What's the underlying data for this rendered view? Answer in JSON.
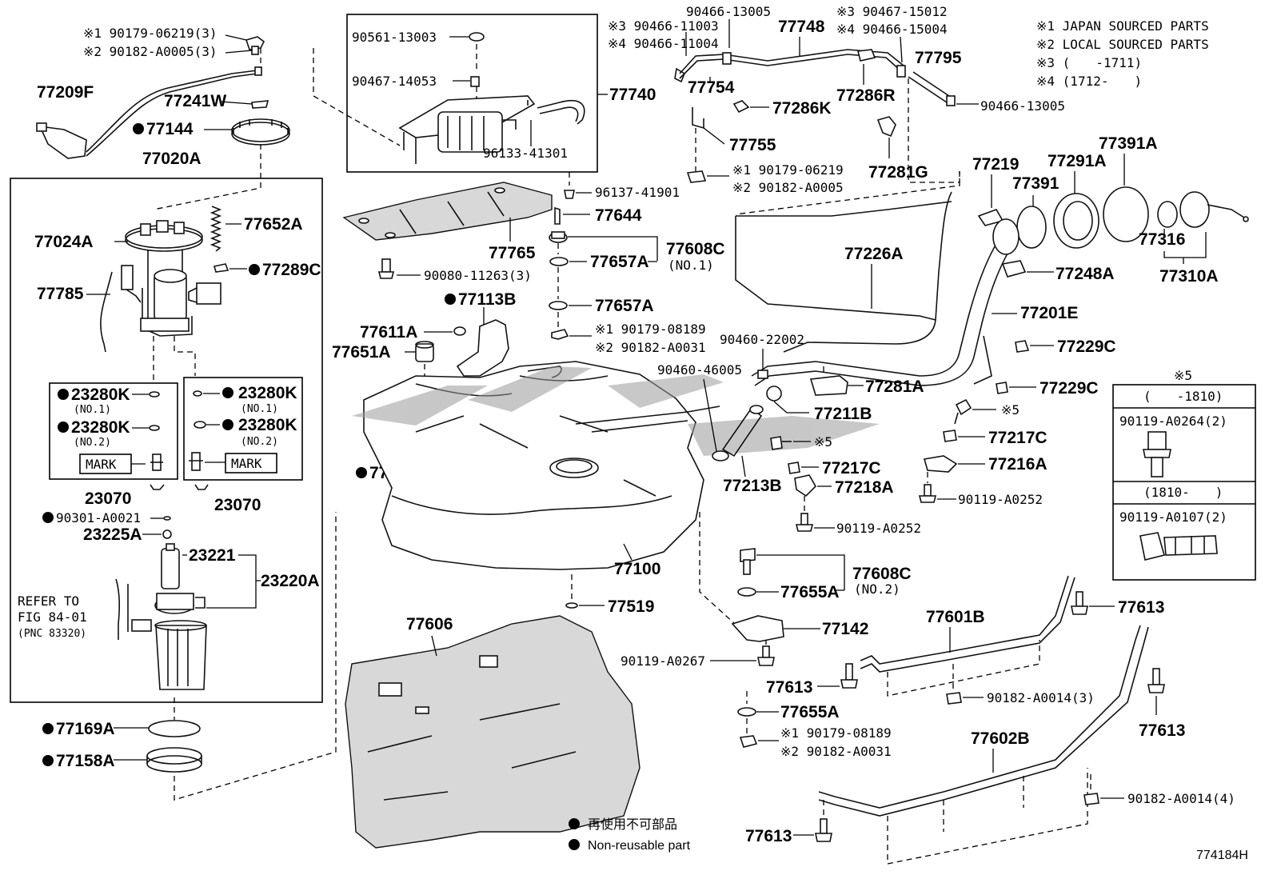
{
  "diagram_id": "774184H",
  "legend": {
    "n1": "※1 JAPAN SOURCED PARTS",
    "n2": "※2 LOCAL SOURCED PARTS",
    "n3": "※3 (　　-1711)",
    "n4": "※4 (1712-　　)"
  },
  "footnote": {
    "jp": "再使用不可部品",
    "en": "Non-reusable part"
  },
  "note5": {
    "title": "※5",
    "range1": "(　　-1810)",
    "part1": "90119-A0264(2)",
    "range2": "(1810-　　)",
    "part2": "90119-A0107(2)"
  },
  "labels": {
    "l77209F": "77209F",
    "l77241W": "77241W",
    "l77144": "77144",
    "l77020A": "77020A",
    "l77024A": "77024A",
    "l77652A": "77652A",
    "l77289C": "77289C",
    "l77785": "77785",
    "l23280K_1a": "23280K",
    "l23280K_1b": "(NO.1)",
    "l23280K_2a": "23280K",
    "l23280K_2b": "(NO.2)",
    "l23280K_3a": "23280K",
    "l23280K_3b": "(NO.1)",
    "l23280K_4a": "23280K",
    "l23280K_4b": "(NO.2)",
    "mark1": "MARK",
    "mark2": "MARK",
    "l23070a": "23070",
    "l23070b": "23070",
    "l90301": "90301-A0021",
    "l23225A": "23225A",
    "l23221": "23221",
    "l23220A": "23220A",
    "refer1": "REFER TO",
    "refer2": "FIG 84-01",
    "refer3": "(PNC 83320)",
    "l77169A": "77169A",
    "l77158A": "77158A",
    "n90179a": "※1 90179-06219(3)",
    "n90182a": "※2 90182-A0005(3)",
    "l90561": "90561-13003",
    "l90467_14053": "90467-14053",
    "l77740": "77740",
    "l96133": "96133-41301",
    "l96137": "96137-41901",
    "l77644": "77644",
    "l77765": "77765",
    "l90080": "90080-11263(3)",
    "l77608C_1": "77608C",
    "l77608C_1n": "(NO.1)",
    "l77657A_1": "77657A",
    "l77657A_2": "77657A",
    "l77113B": "77113B",
    "l77611A": "77611A",
    "l77651A": "77651A",
    "n90179b": "※1 90179-08189",
    "n90182b": "※2 90182-A0031",
    "l77519a": "77519",
    "l77519b": "77519",
    "l77100": "77100",
    "l77606": "77606",
    "l90466_13005a": "90466-13005",
    "n3_90466": "※3 90466-11003",
    "n4_90466": "※4 90466-11004",
    "l77748": "77748",
    "n3_90467": "※3 90467-15012",
    "n4_90467": "※4 90466-15004",
    "l77795": "77795",
    "l77754": "77754",
    "l77286K": "77286K",
    "l77286R": "77286R",
    "l90466_13005b": "90466-13005",
    "l77755": "77755",
    "n90179c": "※1 90179-06219",
    "n90182c": "※2 90182-A0005",
    "l77281G": "77281G",
    "l77219": "77219",
    "l77291A": "77291A",
    "l77391A": "77391A",
    "l77391": "77391",
    "l77316": "77316",
    "l77310A": "77310A",
    "l77226A": "77226A",
    "l77248A": "77248A",
    "l77201E": "77201E",
    "l77229Ca": "77229C",
    "l77229Cb": "77229C",
    "l90460_22002": "90460-22002",
    "l90460_46005": "90460-46005",
    "l77281A": "77281A",
    "l77211B": "77211B",
    "n5a": "※5",
    "n5b": "※5",
    "l77217Ca": "77217C",
    "l77217Cb": "77217C",
    "l77216A": "77216A",
    "l77213B": "77213B",
    "l77218A": "77218A",
    "l90119_A0252a": "90119-A0252",
    "l90119_A0252b": "90119-A0252",
    "l77608C_2": "77608C",
    "l77608C_2n": "(NO.2)",
    "l77655A_1": "77655A",
    "l77655A_2": "77655A",
    "l77142": "77142",
    "l90119_A0267": "90119-A0267",
    "l77613a": "77613",
    "l77613b": "77613",
    "l77613c": "77613",
    "l77613d": "77613",
    "l77601B": "77601B",
    "l77602B": "77602B",
    "l90182_A0014a": "90182-A0014(3)",
    "l90182_A0014b": "90182-A0014(4)",
    "n90179d": "※1 90179-08189",
    "n90182d": "※2 90182-A0031"
  }
}
